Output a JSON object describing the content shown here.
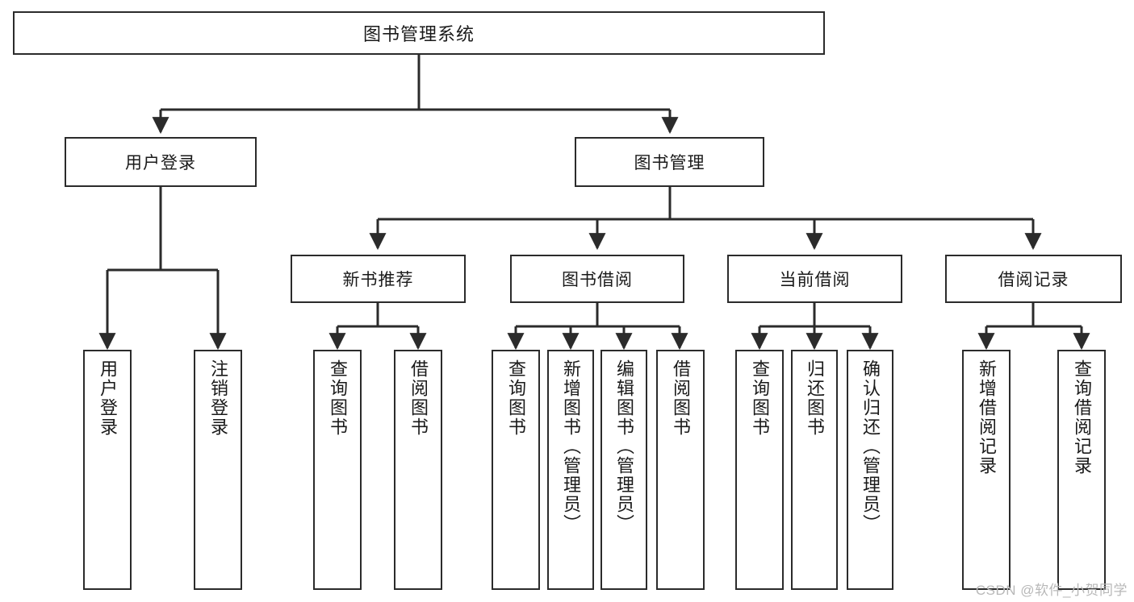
{
  "diagram": {
    "title": "图书管理系统",
    "type": "功能结构图",
    "colors": {
      "background": "#ffffff",
      "box_border": "#2b2b2b",
      "box_fill": "#ffffff",
      "edge": "#2b2b2b",
      "text": "#1a1a1a",
      "watermark": "#b8b8b8"
    }
  },
  "watermark": {
    "text": "CSDN @软件_小贺同学"
  },
  "nodes": {
    "root": {
      "label": "图书管理系统"
    },
    "level2": [
      {
        "id": "user-login",
        "label": "用户登录"
      },
      {
        "id": "book-manage",
        "label": "图书管理"
      }
    ],
    "level3": [
      {
        "id": "new-book-recommend",
        "label": "新书推荐"
      },
      {
        "id": "book-borrow",
        "label": "图书借阅"
      },
      {
        "id": "current-borrow",
        "label": "当前借阅"
      },
      {
        "id": "borrow-record",
        "label": "借阅记录"
      }
    ],
    "leaves": {
      "user_login": [
        {
          "id": "leaf-user-login",
          "label": "用户登录"
        },
        {
          "id": "leaf-logout-login",
          "label": "注销登录"
        }
      ],
      "new_book_recommend": [
        {
          "id": "leaf-query-book-1",
          "label": "查询图书"
        },
        {
          "id": "leaf-borrow-book-1",
          "label": "借阅图书"
        }
      ],
      "book_borrow": [
        {
          "id": "leaf-query-book-2",
          "label": "查询图书"
        },
        {
          "id": "leaf-add-book",
          "label": "新增图书（管理员）"
        },
        {
          "id": "leaf-edit-book",
          "label": "编辑图书（管理员）"
        },
        {
          "id": "leaf-borrow-book-2",
          "label": "借阅图书"
        }
      ],
      "current_borrow": [
        {
          "id": "leaf-query-book-3",
          "label": "查询图书"
        },
        {
          "id": "leaf-return-book",
          "label": "归还图书"
        },
        {
          "id": "leaf-confirm-return",
          "label": "确认归还（管理员）"
        }
      ],
      "borrow_record": [
        {
          "id": "leaf-add-record",
          "label": "新增借阅记录"
        },
        {
          "id": "leaf-query-record",
          "label": "查询借阅记录"
        }
      ]
    }
  }
}
